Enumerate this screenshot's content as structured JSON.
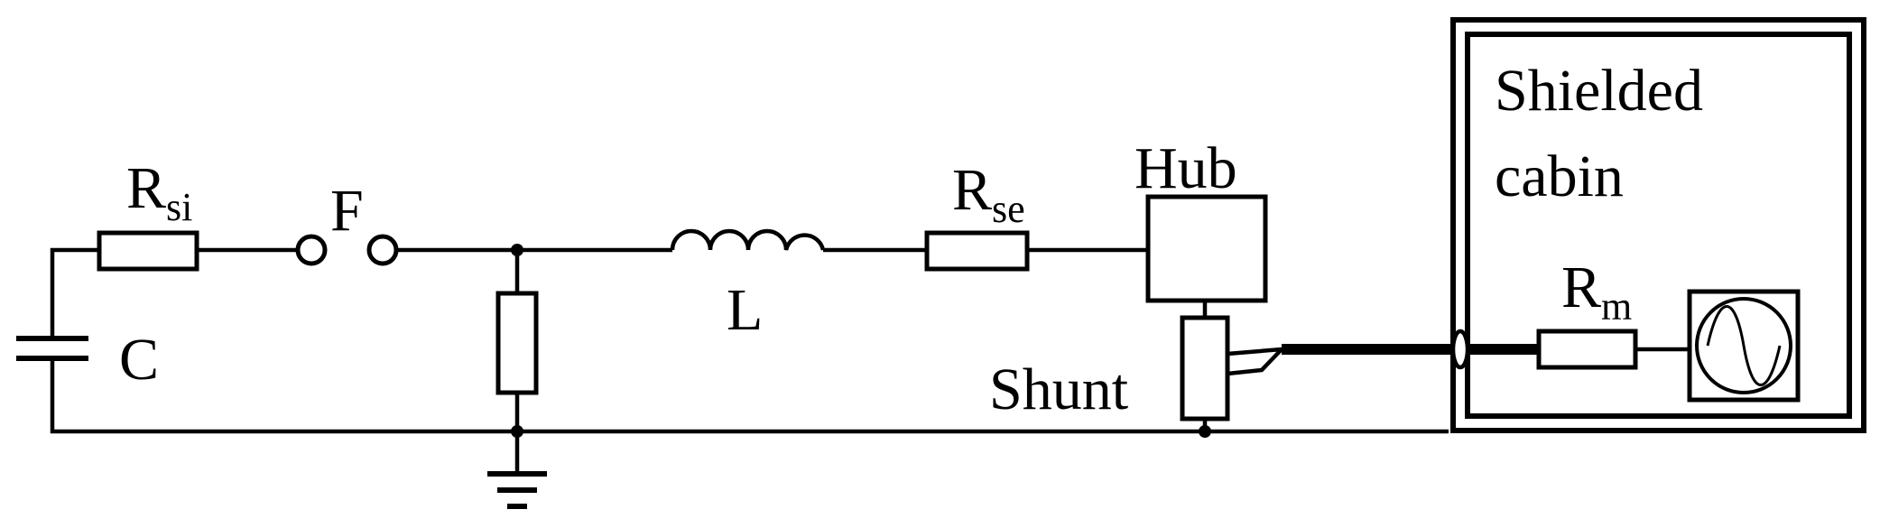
{
  "labels": {
    "resistor_si": {
      "main": "R",
      "sub": "si"
    },
    "fuse": "F",
    "capacitor": "C",
    "inductor": "L",
    "resistor_se": {
      "main": "R",
      "sub": "se"
    },
    "hub": "Hub",
    "shunt": "Shunt",
    "cabin_line1": "Shielded",
    "cabin_line2": "cabin",
    "resistor_m": {
      "main": "R",
      "sub": "m"
    }
  },
  "icons": {
    "oscilloscope": "sine-wave-icon",
    "ground": "ground-icon"
  }
}
